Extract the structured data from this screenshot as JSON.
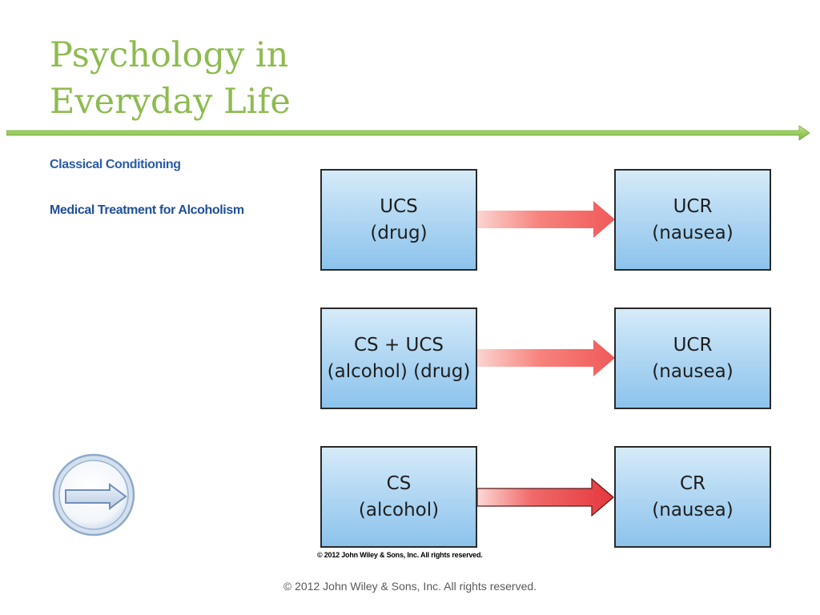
{
  "slide": {
    "title_lines": [
      "Psychology in",
      "Everyday Life"
    ],
    "subheading": "Classical Conditioning",
    "topic": "Medical Treatment for Alcoholism",
    "footer": "© 2012 John Wiley & Sons, Inc. All rights reserved."
  },
  "diagram": {
    "rows": [
      {
        "left": [
          "UCS",
          "(drug)"
        ],
        "right": [
          "UCR",
          "(nausea)"
        ],
        "arrow_style": "light"
      },
      {
        "left": [
          "CS + UCS",
          "(alcohol) (drug)"
        ],
        "right": [
          "UCR",
          "(nausea)"
        ],
        "arrow_style": "light"
      },
      {
        "left": [
          "CS",
          "(alcohol)"
        ],
        "right": [
          "CR",
          "(nausea)"
        ],
        "arrow_style": "dark-outlined"
      }
    ],
    "credit": "© 2012 John Wiley & Sons, Inc. All rights reserved."
  },
  "colors": {
    "title": "#8dbb4f",
    "rule": "#9acd5e",
    "subheading": "#2a5ba8",
    "box_fill": "#a9d2f1",
    "arrow_light": "#f0595a",
    "arrow_dark": "#e5373f"
  },
  "nav": {
    "icon": "right-arrow-icon"
  }
}
